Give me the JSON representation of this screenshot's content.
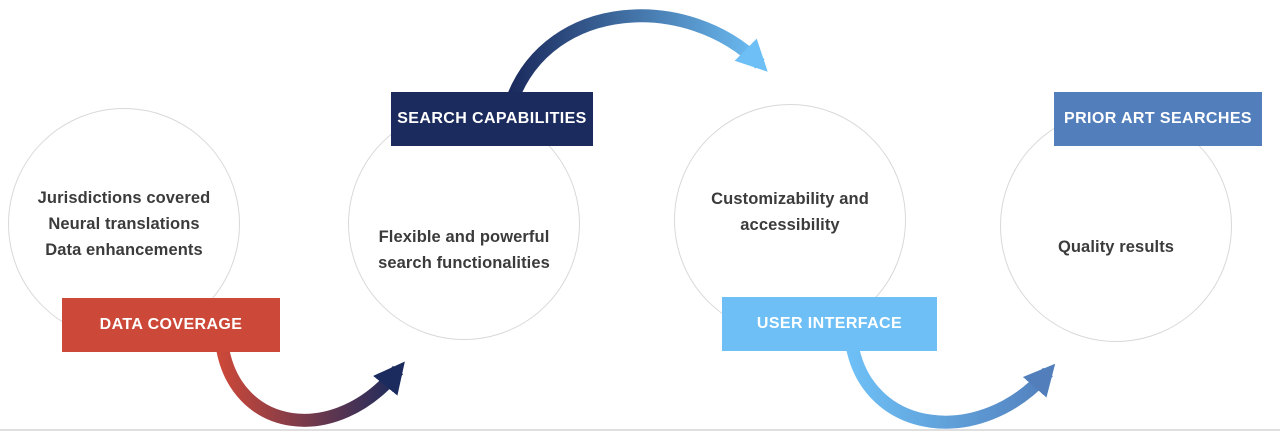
{
  "diagram": {
    "stages": [
      {
        "name": "data-coverage",
        "label": "DATA COVERAGE",
        "label_color": "#cc4839",
        "label_position": "bottom",
        "lines": [
          "Jurisdictions covered",
          "Neural translations",
          "Data enhancements"
        ]
      },
      {
        "name": "search-capabilities",
        "label": "SEARCH CAPABILITIES",
        "label_color": "#1b2b5e",
        "label_position": "top",
        "lines": [
          "Flexible and powerful",
          "search functionalities"
        ]
      },
      {
        "name": "user-interface",
        "label": "USER INTERFACE",
        "label_color": "#6dbff5",
        "label_position": "bottom",
        "lines": [
          "Customizability and",
          "accessibility"
        ]
      },
      {
        "name": "prior-art-searches",
        "label": "PRIOR ART SEARCHES",
        "label_color": "#527fbc",
        "label_position": "top",
        "lines": [
          "Quality results"
        ]
      }
    ],
    "connectors": [
      {
        "from": "data-coverage",
        "to": "search-capabilities",
        "gradient_start": "#cc4839",
        "gradient_end": "#1b2b5e"
      },
      {
        "from": "search-capabilities",
        "to": "user-interface",
        "gradient_start": "#1b2b5e",
        "gradient_end": "#6dbff5"
      },
      {
        "from": "user-interface",
        "to": "prior-art-searches",
        "gradient_start": "#6dbff5",
        "gradient_end": "#527fbc"
      }
    ],
    "colors": {
      "background": "#ffffff",
      "circle_border": "#d9d9d9",
      "circle_text": "#3b3b3b",
      "label_text": "#ffffff",
      "divider": "#dfdfdf"
    }
  }
}
